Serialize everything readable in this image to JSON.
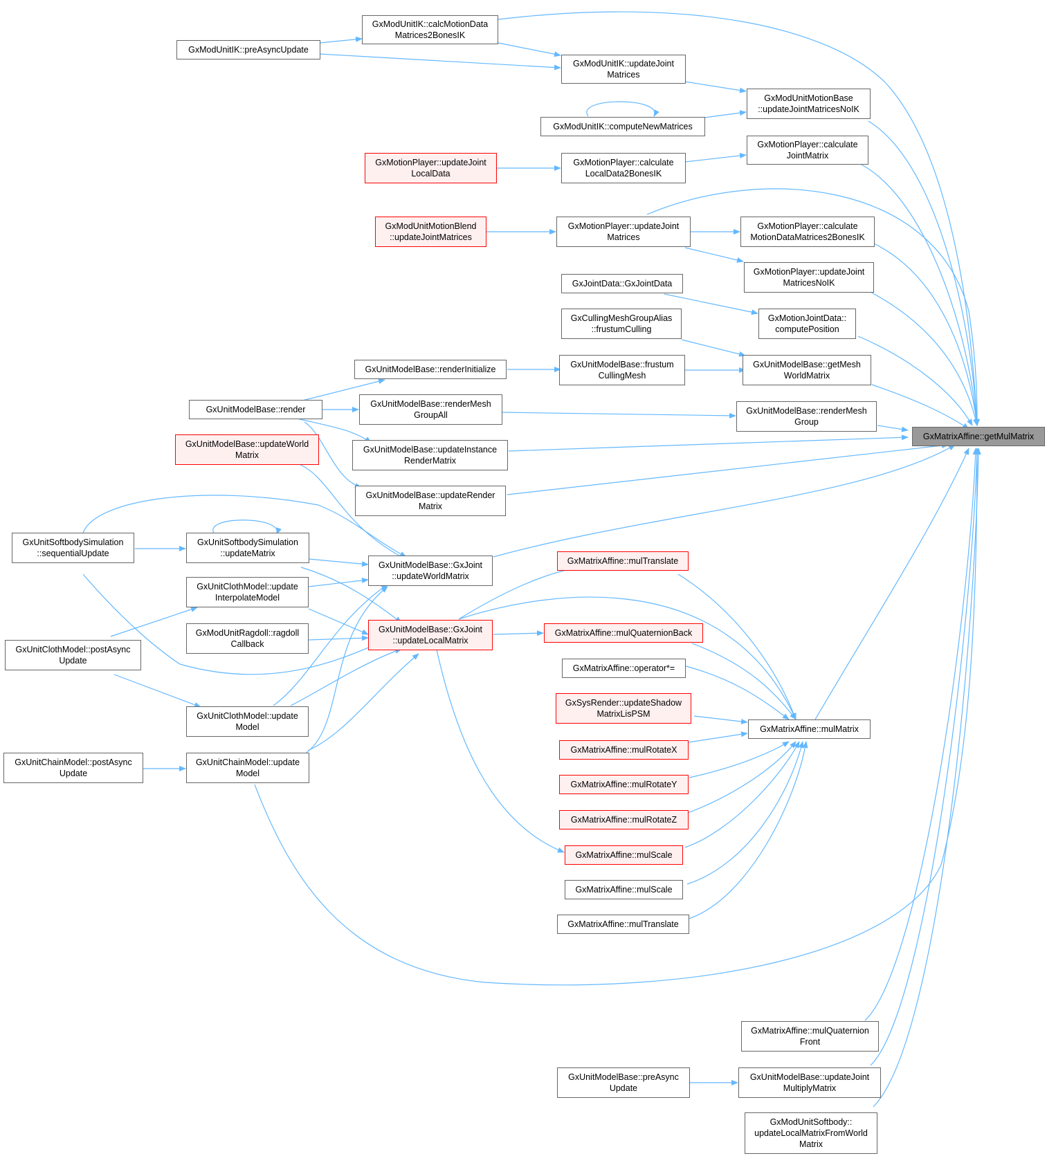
{
  "title": "Call graph for GxMatrixAffine::getMulMatrix",
  "colors": {
    "edge": "#63b8ff",
    "node_border": "#666666",
    "incomplete_border": "#ff0000",
    "incomplete_fill": "#fff0f0",
    "root_fill": "#999999"
  },
  "nodes": {
    "getMulMatrix": "GxMatrixAffine::getMulMatrix",
    "preAsyncUpdateIK": "GxModUnitIK::preAsyncUpdate",
    "calcMotionData": "GxModUnitIK::calcMotionData\nMatrices2BonesIK",
    "updateJointMatricesIK": "GxModUnitIK::updateJoint\nMatrices",
    "updateJointMatricesNoIK": "GxModUnitMotionBase\n::updateJointMatricesNoIK",
    "computeNewMatrices": "GxModUnitIK::computeNewMatrices",
    "calculateJointMatrix": "GxMotionPlayer::calculate\nJointMatrix",
    "updateJointLocalData": "GxMotionPlayer::updateJoint\nLocalData",
    "calculateLocalData2BonesIK": "GxMotionPlayer::calculate\nLocalData2BonesIK",
    "motionBlendUpdate": "GxModUnitMotionBlend\n::updateJointMatrices",
    "mpUpdateJointMatrices": "GxMotionPlayer::updateJoint\nMatrices",
    "calcMotionDataMatrices2BonesIK": "GxMotionPlayer::calculate\nMotionDataMatrices2BonesIK",
    "mpUpdateJointMatricesNoIK": "GxMotionPlayer::updateJoint\nMatricesNoIK",
    "jointDataCtor": "GxJointData::GxJointData",
    "computePosition": "GxMotionJointData::\ncomputePosition",
    "frustumCulling": "GxCullingMeshGroupAlias\n::frustumCulling",
    "renderInitialize": "GxUnitModelBase::renderInitialize",
    "frustumCullingMesh": "GxUnitModelBase::frustum\nCullingMesh",
    "getMeshWorldMatrix": "GxUnitModelBase::getMesh\nWorldMatrix",
    "render": "GxUnitModelBase::render",
    "renderMeshGroupAll": "GxUnitModelBase::renderMesh\nGroupAll",
    "renderMeshGroup": "GxUnitModelBase::renderMesh\nGroup",
    "updateWorldMatrix": "GxUnitModelBase::updateWorld\nMatrix",
    "updateInstanceRenderMatrix": "GxUnitModelBase::updateInstance\nRenderMatrix",
    "updateRenderMatrix": "GxUnitModelBase::updateRender\nMatrix",
    "sequentialUpdate": "GxUnitSoftbodySimulation\n::sequentialUpdate",
    "softbodyUpdateMatrix": "GxUnitSoftbodySimulation\n::updateMatrix",
    "jointUpdateWorldMatrix": "GxUnitModelBase::GxJoint\n::updateWorldMatrix",
    "clothUpdateInterpolateModel": "GxUnitClothModel::update\nInterpolateModel",
    "ragdollCallback": "GxModUnitRagdoll::ragdoll\nCallback",
    "jointUpdateLocalMatrix": "GxUnitModelBase::GxJoint\n::updateLocalMatrix",
    "clothPostAsyncUpdate": "GxUnitClothModel::postAsync\nUpdate",
    "clothUpdateModel": "GxUnitClothModel::update\nModel",
    "chainPostAsyncUpdate": "GxUnitChainModel::postAsync\nUpdate",
    "chainUpdateModel": "GxUnitChainModel::update\nModel",
    "mulTranslateRed": "GxMatrixAffine::mulTranslate",
    "mulQuaternionBack": "GxMatrixAffine::mulQuaternionBack",
    "operatorMulEq": "GxMatrixAffine::operator*=",
    "updateShadowMatrixLisPSM": "GxSysRender::updateShadow\nMatrixLisPSM",
    "mulMatrix": "GxMatrixAffine::mulMatrix",
    "mulRotateX": "GxMatrixAffine::mulRotateX",
    "mulRotateY": "GxMatrixAffine::mulRotateY",
    "mulRotateZ": "GxMatrixAffine::mulRotateZ",
    "mulScaleRed": "GxMatrixAffine::mulScale",
    "mulScale": "GxMatrixAffine::mulScale",
    "mulTranslate": "GxMatrixAffine::mulTranslate",
    "mulQuaternionFront": "GxMatrixAffine::mulQuaternion\nFront",
    "preAsyncUpdateModel": "GxUnitModelBase::preAsync\nUpdate",
    "updateJointMultiplyMatrix": "GxUnitModelBase::updateJoint\nMultiplyMatrix",
    "softbodyUpdateLocalMatrix": "GxModUnitSoftbody::\nupdateLocalMatrixFromWorld\nMatrix"
  }
}
